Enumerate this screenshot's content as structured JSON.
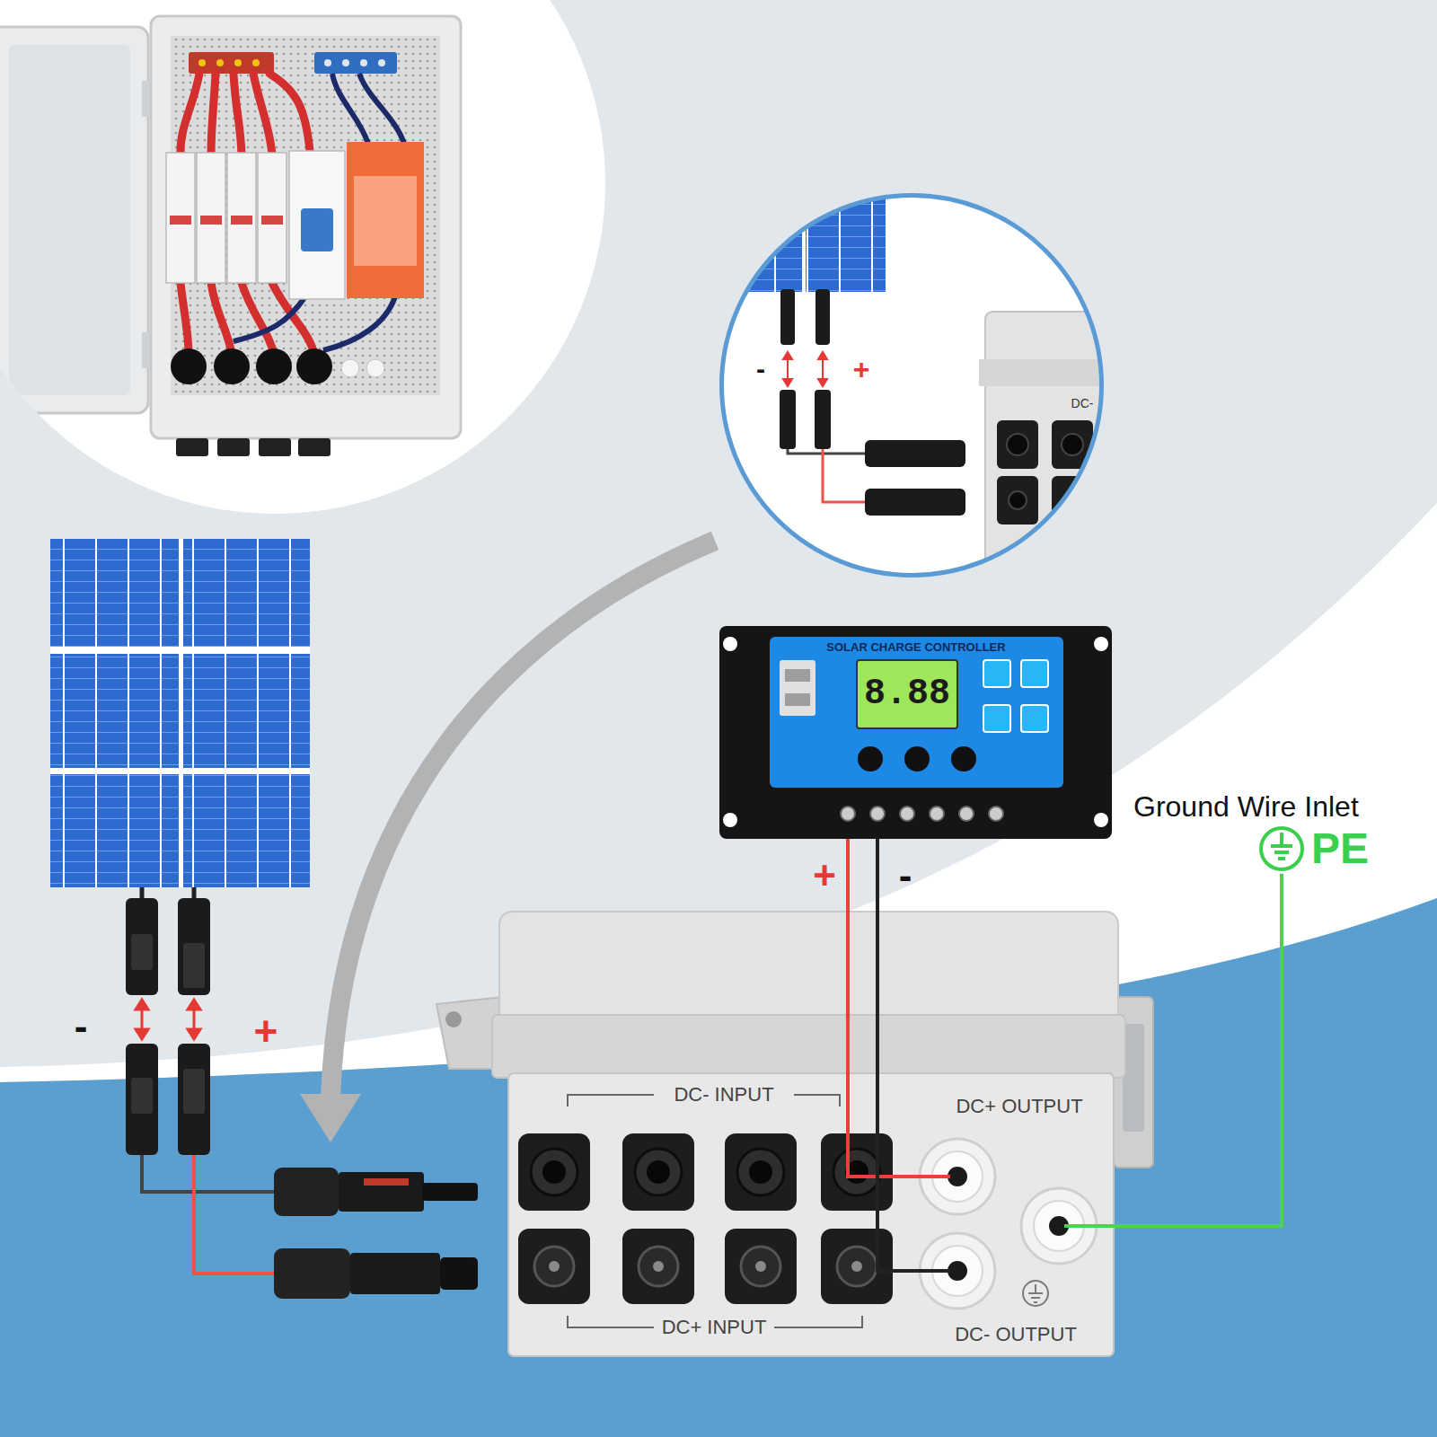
{
  "diagram": {
    "nodes": [
      {
        "text": [
          "-",
          "+",
          "DC-"
        ]
      },
      {
        "text": [
          "SOLAR CHARGE CONTROLLER",
          "8.88"
        ]
      },
      {
        "text": [
          "Ground Wire Inlet",
          "PE"
        ]
      },
      {
        "text": [
          "DC- INPUT",
          "DC+ OUTPUT",
          "DC+ INPUT",
          "DC- OUTPUT"
        ]
      }
    ],
    "edges": [
      {
        "from": 1,
        "to": 3,
        "arrow": "none",
        "label": "+"
      },
      {
        "from": 1,
        "to": 3,
        "arrow": "none",
        "label": "-"
      },
      {
        "from": 2,
        "to": 3,
        "arrow": "none"
      }
    ],
    "labels": [
      "-",
      "+"
    ]
  }
}
